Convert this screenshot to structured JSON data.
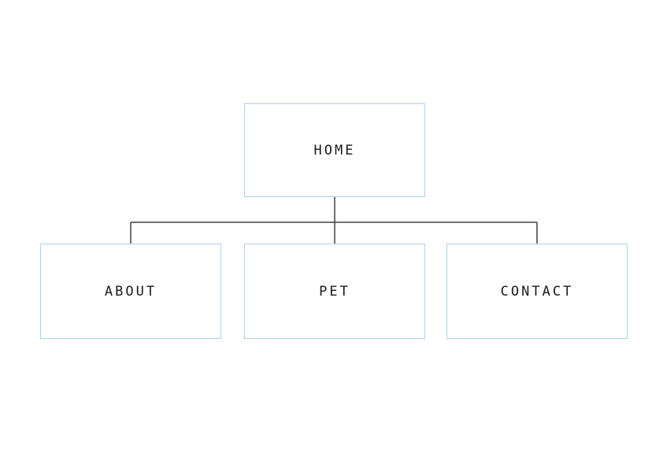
{
  "diagram": {
    "type": "sitemap-tree",
    "root": {
      "id": "home",
      "label": "HOME"
    },
    "children": [
      {
        "id": "about",
        "label": "ABOUT",
        "parent": "home"
      },
      {
        "id": "pet",
        "label": "PET",
        "parent": "home"
      },
      {
        "id": "contact",
        "label": "CONTACT",
        "parent": "home"
      }
    ]
  },
  "colors": {
    "node_border": "#a9d3e9",
    "connector": "#404040",
    "text": "#1a1a1a",
    "background": "#ffffff"
  }
}
